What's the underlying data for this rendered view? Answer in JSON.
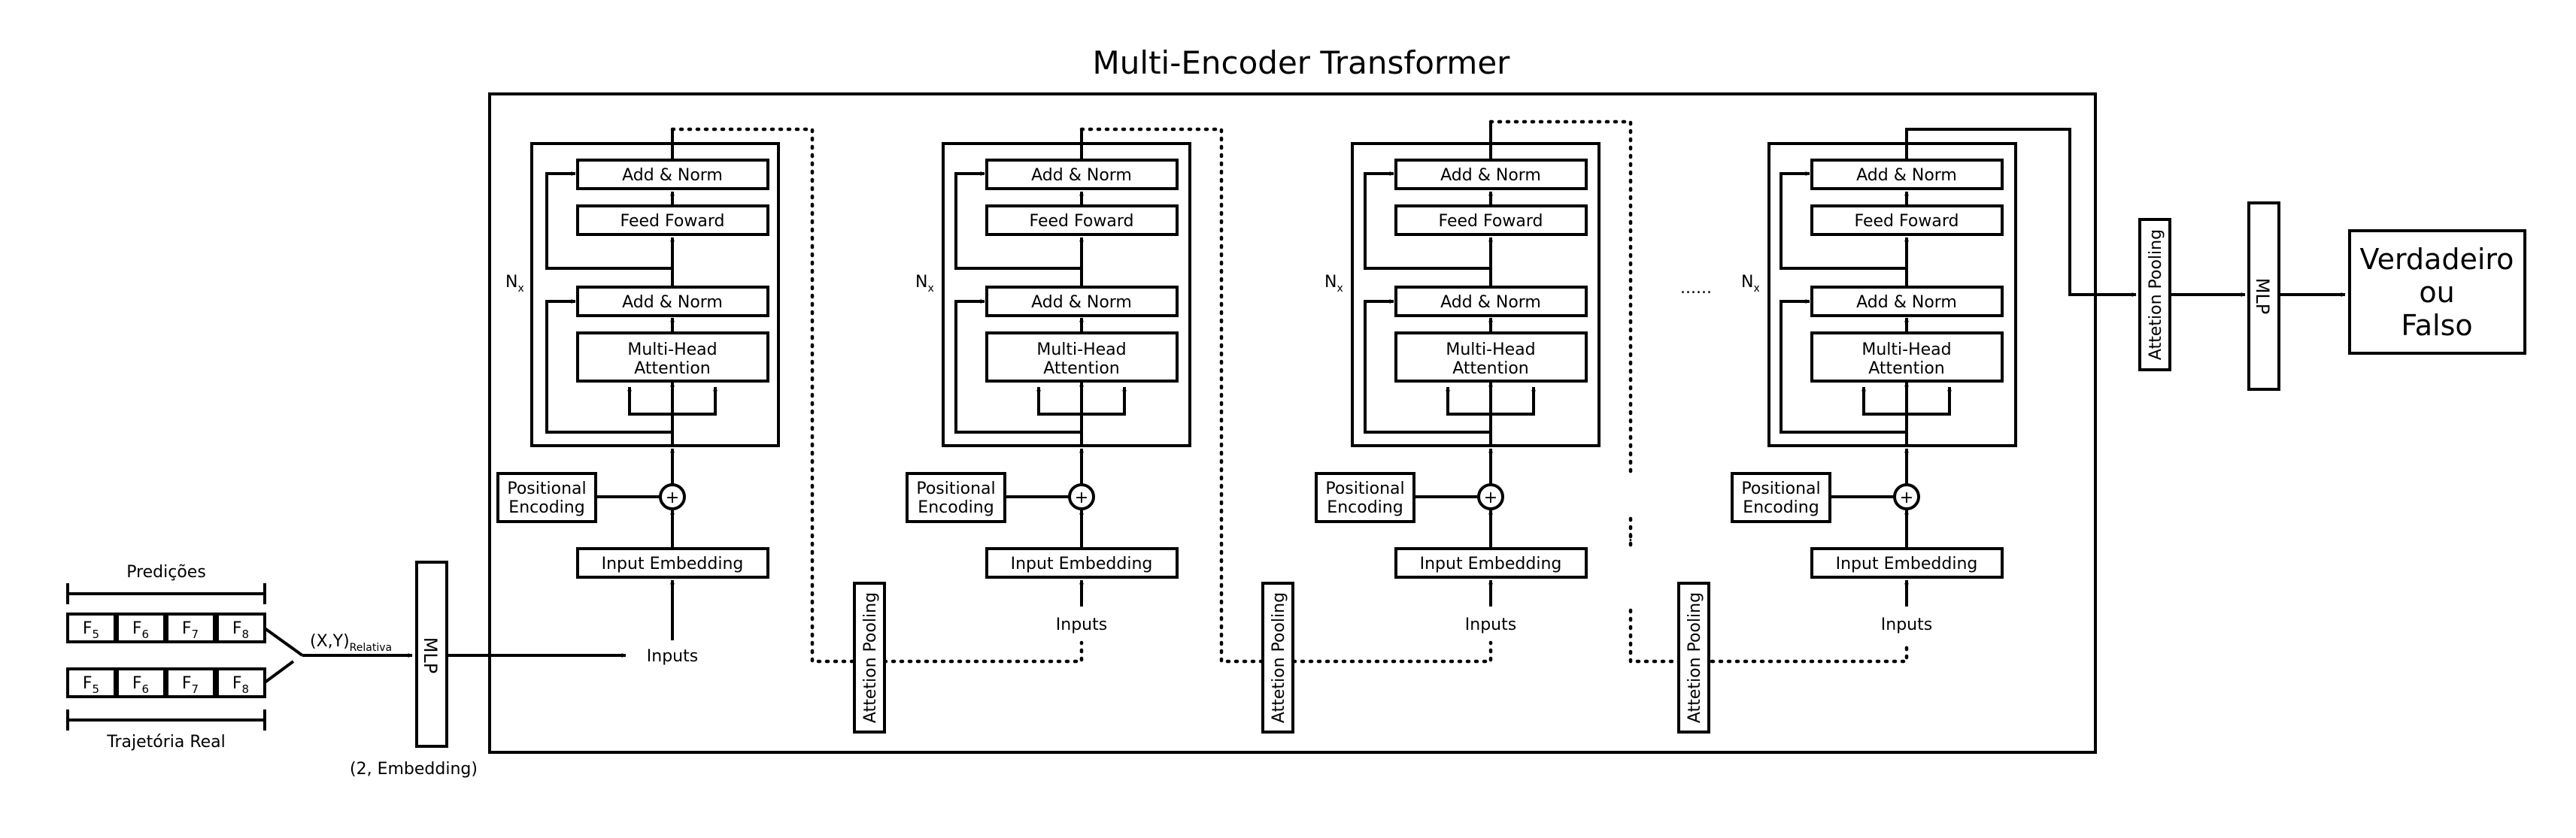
{
  "title": "Multi-Encoder Transformer",
  "input_panel": {
    "top_label": "Predições",
    "bottom_label": "Trajetória Real",
    "frame_base": "F",
    "frame_subs": [
      "5",
      "6",
      "7",
      "8"
    ],
    "coord_label": "(X,Y)",
    "coord_sub": "Relativa"
  },
  "mlp_label": "MLP",
  "mlp_dim_label": "(2, Embedding)",
  "encoder": {
    "add_norm": "Add & Norm",
    "feed_forward": "Feed Foward",
    "attention_line1": "Multi-Head",
    "attention_line2": "Attention",
    "positional_line1": "Positional",
    "positional_line2": "Encoding",
    "input_embedding": "Input Embedding",
    "inputs": "Inputs",
    "nx_base": "N",
    "nx_sub": "x",
    "plus": "+"
  },
  "attention_pooling": "Attetion Pooling",
  "ellipsis": "......",
  "vertical_ellipsis": "⋮",
  "output_mlp": "MLP",
  "output_line1": "Verdadeiro",
  "output_line2": "ou",
  "output_line3": "Falso"
}
